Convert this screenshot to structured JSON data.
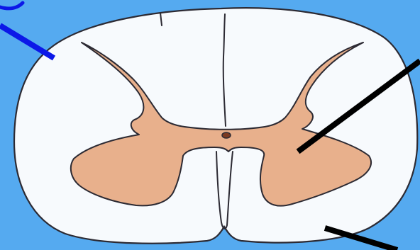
{
  "diagram": {
    "subject": "spinal-cord-cross-section",
    "labels": [],
    "colors": {
      "background": "#55aaf0",
      "white_matter": "#f7fafd",
      "gray_matter": "#e8b08c",
      "outline": "#2c2a33",
      "central_canal": "#7a3a22",
      "pointer_blue": "#0c18e8",
      "pointer_black": "#000000"
    },
    "pointers": [
      {
        "name": "white-matter-pointer",
        "color": "pointer_blue"
      },
      {
        "name": "gray-matter-pointer",
        "color": "pointer_black"
      },
      {
        "name": "anterior-white-matter-pointer",
        "color": "pointer_black"
      }
    ]
  }
}
